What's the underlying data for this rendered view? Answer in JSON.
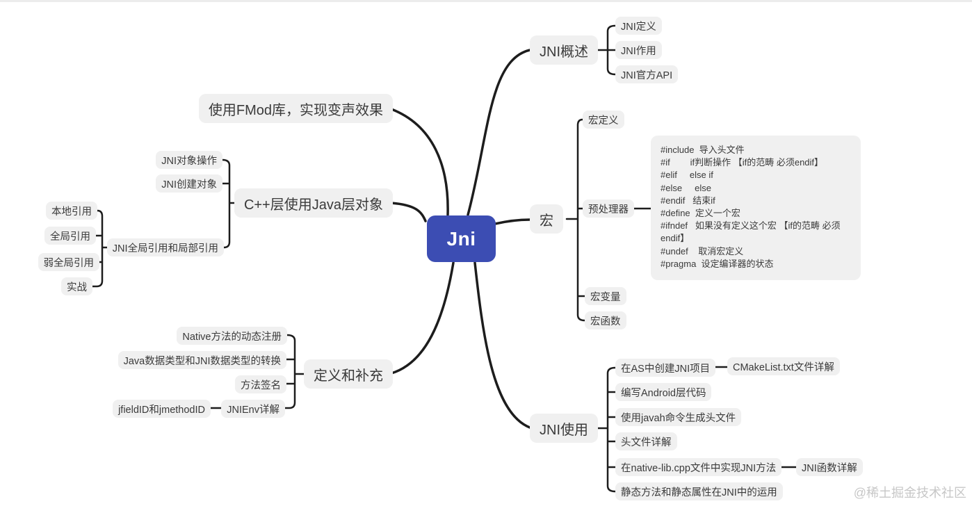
{
  "center": {
    "label": "Jni"
  },
  "overview": {
    "label": "JNI概述",
    "jni_definition": "JNI定义",
    "jni_role": "JNI作用",
    "jni_api": "JNI官方API"
  },
  "macro": {
    "label": "宏",
    "macro_definition": "宏定义",
    "preprocessor": "预处理器",
    "preprocessor_detail": "#include  导入头文件\n#if        if判断操作 【if的范畴 必须endif】\n#elif     else if\n#else     else\n#endif   结束if\n#define  定义一个宏\n#ifndef   如果没有定义这个宏 【if的范畴 必须endif】\n#undef    取消宏定义\n#pragma  设定编译器的状态",
    "macro_variable": "宏变量",
    "macro_function": "宏函数"
  },
  "usage": {
    "label": "JNI使用",
    "create_jni_project": "在AS中创建JNI项目",
    "cmakelist_detail": "CMakeList.txt文件详解",
    "write_android_code": "编写Android层代码",
    "javah_generate_header": "使用javah命令生成头文件",
    "header_file_detail": "头文件详解",
    "native_lib_impl": "在native-lib.cpp文件中实现JNI方法",
    "jni_function_detail": "JNI函数详解",
    "static_in_jni": "静态方法和静态属性在JNI中的运用"
  },
  "fmod": {
    "label": "使用FMod库，实现变声效果"
  },
  "cpp_use_java": {
    "label": "C++层使用Java层对象",
    "jni_object_operation": "JNI对象操作",
    "jni_create_object": "JNI创建对象",
    "jni_references": "JNI全局引用和局部引用",
    "local_reference": "本地引用",
    "global_reference": "全局引用",
    "weak_global_reference": "弱全局引用",
    "practice": "实战"
  },
  "supplement": {
    "label": "定义和补充",
    "native_dynamic_register": "Native方法的动态注册",
    "java_jni_type_convert": "Java数据类型和JNI数据类型的转换",
    "method_signature": "方法签名",
    "jnienv_detail": "JNIEnv详解",
    "jfieldid_jmethodid": "jfieldID和jmethodID"
  },
  "watermark": {
    "text": "@稀土掘金技术社区"
  },
  "colors": {
    "center_bg": "#3c4db3",
    "node_bg": "#f0f0f0",
    "line": "#1d1d1d",
    "watermark": "#c7c7c7"
  }
}
